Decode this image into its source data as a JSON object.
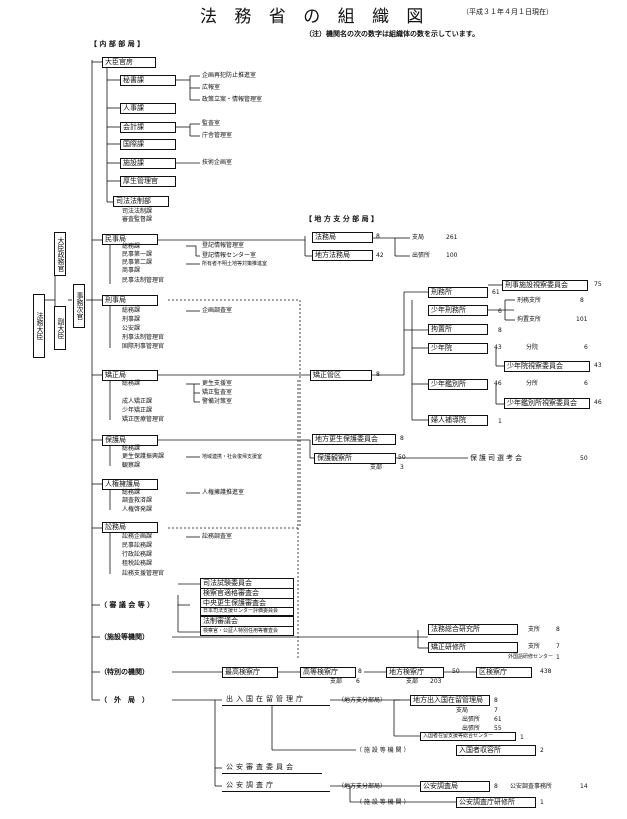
{
  "header": {
    "title": "法 務 省 の 組 織 図",
    "date": "（平成３１年４月１日現在）",
    "note": "（注）機関名の次の数字は組織体の数を示しています。"
  },
  "sections": {
    "internal": "【 内 部 部 局 】",
    "regional": "【 地 方 支 分 部 局 】",
    "councils": "（ 審 議 会 等 ）",
    "facilities": "（施設等機関）",
    "special": "（特別の機関）",
    "external": "（　外　局　）"
  },
  "left": {
    "minister": "法務大臣",
    "state_minister": "大臣政務官",
    "vice_minister": "副大臣",
    "admin_vice": "事務次官"
  },
  "secretariat": {
    "name": "大臣官房",
    "units": [
      "秘書課",
      "人事課",
      "会計課",
      "国際課",
      "施設課",
      "厚生管理官",
      "司法法制部"
    ],
    "hisho_sub": [
      "企画再犯防止推進室",
      "広報室",
      "政策立案・情報管理室"
    ],
    "kaikei_sub": [
      "監査室",
      "庁舎管理室"
    ],
    "shisetsu_sub": [
      "技術企画室"
    ],
    "shiho_sub": [
      "司法法制課",
      "審査監督課"
    ]
  },
  "civil": {
    "name": "民事局",
    "units": [
      "総務課",
      "民事第一課",
      "民事第二課",
      "商事課",
      "民事法制管理官"
    ],
    "sub": [
      "登記情報管理室",
      "登記情報センター室",
      "所有者不明土地等対策推進室"
    ]
  },
  "criminal": {
    "name": "刑事局",
    "units": [
      "総務課",
      "刑事課",
      "公安課",
      "刑事法制管理官",
      "国際刑事管理官"
    ],
    "sub": [
      "企画調査室"
    ]
  },
  "correction": {
    "name": "矯正局",
    "units": [
      "総務課",
      "成人矯正課",
      "少年矯正課",
      "矯正医療管理官"
    ],
    "sub": [
      "更生支援室",
      "矯正監査室",
      "警備対策室"
    ]
  },
  "probation": {
    "name": "保護局",
    "units": [
      "総務課",
      "更生保護振興課",
      "観察課"
    ],
    "sub": [
      "地域連携・社会復帰支援室"
    ]
  },
  "human_rights": {
    "name": "人権擁護局",
    "units": [
      "総務課",
      "調査救済課",
      "人権啓発課"
    ],
    "sub": [
      "人権擁護推進室"
    ]
  },
  "litigation": {
    "name": "訟務局",
    "units": [
      "訟務企画課",
      "民事訟務課",
      "行政訟務課",
      "租税訟務課",
      "訟務支援管理官"
    ],
    "sub": [
      "訟務調査室"
    ]
  },
  "councils": [
    "司法試験委員会",
    "検察官適格審査会",
    "中央更生保護審査会",
    "日本司法支援センター評価委員会",
    "法制審議会",
    "検察官・公証人特別任用等審査会"
  ],
  "regional": {
    "legal_affairs": {
      "name": "法務局",
      "count": "8",
      "branch": "支局",
      "branch_count": "261",
      "office": "出張所",
      "office_count": "100"
    },
    "district": {
      "name": "地方法務局",
      "count": "42"
    },
    "correction_district": {
      "name": "矯正管区",
      "count": "8"
    },
    "probation_board": {
      "name": "地方更生保護委員会",
      "count": "8"
    },
    "probation_office": {
      "name": "保護観察所",
      "count": "50",
      "sub": "支部",
      "sub_count": "3"
    },
    "probation_officers": {
      "name": "保護司選考会",
      "count": "50"
    }
  },
  "correctional": {
    "prison": {
      "name": "刑務所",
      "count": "61"
    },
    "juvenile_prison": {
      "name": "少年刑務所",
      "count": "6"
    },
    "detention": {
      "name": "拘置所",
      "count": "8"
    },
    "visiting_committee": {
      "name": "刑事施設視察委員会",
      "count": "75"
    },
    "prison_branch": {
      "name": "刑務支所",
      "count": "8"
    },
    "detention_branch": {
      "name": "拘置支所",
      "count": "101"
    },
    "juvenile_training": {
      "name": "少年院",
      "count": "43"
    },
    "jt_branch": {
      "name": "分院",
      "count": "6"
    },
    "jt_committee": {
      "name": "少年院視察委員会",
      "count": "43"
    },
    "classification": {
      "name": "少年鑑別所",
      "count": "46"
    },
    "cl_branch": {
      "name": "分所",
      "count": "6"
    },
    "cl_committee": {
      "name": "少年鑑別所視察委員会",
      "count": "46"
    },
    "women_guidance": {
      "name": "婦人補導院",
      "count": "1"
    }
  },
  "facilities": {
    "research": {
      "name": "法務総合研究所",
      "branch": "支所",
      "branch_count": "8"
    },
    "training": {
      "name": "矯正研修所",
      "branch": "支所",
      "branch_count": "7",
      "extra": "外国語研修センター",
      "extra_count": "1"
    }
  },
  "special": {
    "supreme": "最高検察庁",
    "high": {
      "name": "高等検察庁",
      "count": "8",
      "branch": "支部",
      "branch_count": "6"
    },
    "district": {
      "name": "地方検察庁",
      "count": "50",
      "branch": "支部",
      "branch_count": "203"
    },
    "local": {
      "name": "区検察庁",
      "count": "438"
    }
  },
  "external": {
    "immigration": {
      "name": "出入国在留管理庁",
      "regional_label": "（地方支分部局）",
      "regional": "地方出入国在留管理局",
      "regional_count": "8",
      "branch": "支局",
      "branch_count": "7",
      "office": "出張所",
      "office_count": "61",
      "office2": "出張所",
      "office2_count": "55",
      "center": "入国者在留支援等総合センター",
      "center_count": "1",
      "facilities_label": "（ 施 設 等 機 関 ）",
      "facility": "入国者収容所",
      "facility_count": "2"
    },
    "psc_commission": "公安審査委員会",
    "psia": {
      "name": "公安調査庁",
      "regional_label": "（地方支分部局）",
      "regional": "公安調査局",
      "regional_count": "8",
      "office": "公安調査事務所",
      "office_count": "14",
      "facilities_label": "（ 施 設 等 機 関 ）",
      "facility": "公安調査庁研修所",
      "facility_count": "1"
    }
  }
}
